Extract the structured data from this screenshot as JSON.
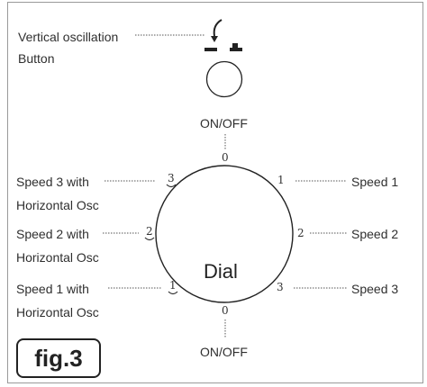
{
  "vertical_osc": {
    "line1": "Vertical oscillation",
    "line2": "Button"
  },
  "on_off_top": "ON/OFF",
  "on_off_bottom": "ON/OFF",
  "dial_label": "Dial",
  "positions": {
    "top": "0",
    "bottom": "0",
    "right_1": "1",
    "right_2": "2",
    "right_3": "3",
    "left_3": "3",
    "left_2": "2",
    "left_1": "1"
  },
  "labels": {
    "speed_3_osc_1": "Speed 3 with",
    "speed_3_osc_2": "Horizontal Osc",
    "speed_2_osc_1": "Speed 2 with",
    "speed_2_osc_2": "Horizontal Osc",
    "speed_1_osc_1": "Speed 1 with",
    "speed_1_osc_2": "Horizontal Osc",
    "speed_1": "Speed 1",
    "speed_2": "Speed 2",
    "speed_3": "Speed 3"
  },
  "fig_label": "fig.3",
  "icons": {
    "curved_arrow": "curved-arrow-icon",
    "toggle": "toggle-switch-icon",
    "osc": "oscillation-icon"
  }
}
